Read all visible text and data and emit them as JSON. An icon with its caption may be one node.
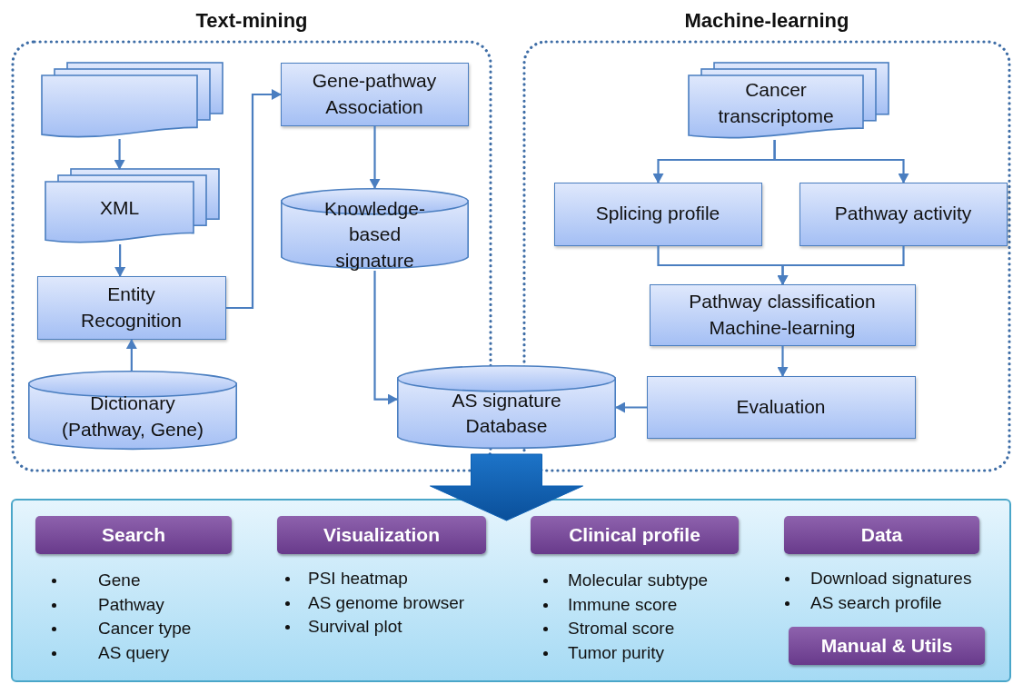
{
  "diagram": {
    "nodes": [
      {
        "text": [
          "Text-mining"
        ]
      },
      {
        "text": [],
        "shape": "document",
        "in": 0
      },
      {
        "text": [
          "XML"
        ],
        "in": 0
      },
      {
        "text": [
          "Entity Recognition"
        ],
        "in": 0
      },
      {
        "text": [
          "Dictionary (Pathway, Gene)"
        ],
        "in": 0
      },
      {
        "text": [
          "Gene-pathway Association"
        ],
        "in": 0
      },
      {
        "text": [
          "Knowledge-based signature"
        ],
        "in": 0
      },
      {
        "text": [
          "AS signature Database"
        ]
      },
      {
        "text": [
          "Machine-learning"
        ]
      },
      {
        "text": [
          "Cancer transcriptome"
        ],
        "in": 8
      },
      {
        "text": [
          "Splicing profile"
        ],
        "in": 8
      },
      {
        "text": [
          "Pathway activity"
        ],
        "in": 8
      },
      {
        "text": [
          "Pathway classification Machine-learning"
        ],
        "in": 8
      },
      {
        "text": [
          "Evaluation"
        ],
        "in": 8
      },
      {
        "text": [],
        "shape": "box"
      },
      {
        "text": [
          "Search"
        ],
        "in": 14,
        "beside": [
          "Gene",
          "Pathway",
          "Cancer type",
          "AS query"
        ]
      },
      {
        "text": [
          "Visualization"
        ],
        "in": 14,
        "beside": [
          "PSI heatmap",
          "AS genome browser",
          "Survival plot"
        ]
      },
      {
        "text": [
          "Clinical profile"
        ],
        "in": 14,
        "beside": [
          "Molecular subtype",
          "Immune score",
          "Stromal score",
          "Tumor purity"
        ]
      },
      {
        "text": [
          "Data"
        ],
        "in": 14,
        "beside": [
          "Download signatures",
          "AS search profile"
        ]
      },
      {
        "text": [
          "Manual & Utils"
        ],
        "in": 14
      }
    ],
    "edges": [
      {
        "from": 1,
        "to": 2,
        "arrow": "to"
      },
      {
        "from": 2,
        "to": 3,
        "arrow": "to"
      },
      {
        "from": 4,
        "to": 3,
        "arrow": "to"
      },
      {
        "from": 3,
        "to": 5,
        "arrow": "to"
      },
      {
        "from": 5,
        "to": 6,
        "arrow": "to"
      },
      {
        "from": 6,
        "to": 7,
        "arrow": "to"
      },
      {
        "from": 9,
        "to": 10,
        "arrow": "to"
      },
      {
        "from": 9,
        "to": 11,
        "arrow": "to"
      },
      {
        "from": 10,
        "to": 12,
        "arrow": "to"
      },
      {
        "from": 11,
        "to": 12,
        "arrow": "to"
      },
      {
        "from": 12,
        "to": 13,
        "arrow": "to"
      },
      {
        "from": 13,
        "to": 7,
        "arrow": "to"
      },
      {
        "from": 7,
        "to": 14,
        "arrow": "to",
        "style": "thick",
        "color": "#0b5fb3"
      }
    ]
  }
}
